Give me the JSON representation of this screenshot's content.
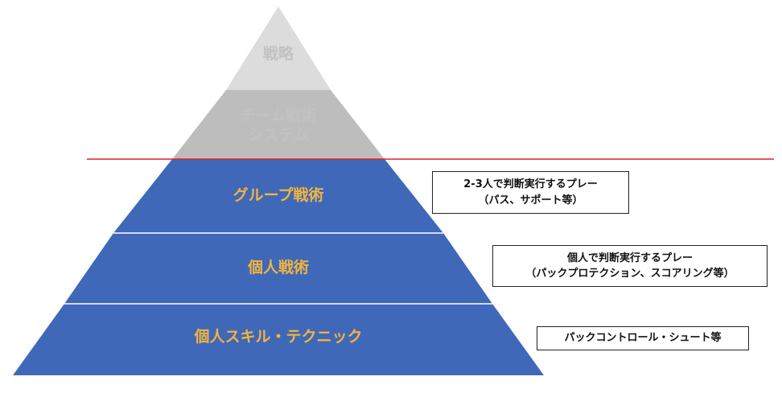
{
  "colors": {
    "top_fill": "#dcdcdc",
    "gray_fill": "#bdbdbd",
    "blue_fill": "#3f68b9",
    "gold_text": "#f2b43c",
    "gray_text": "#c2c2c2",
    "divider": "#e02020"
  },
  "pyramid": {
    "tiers": [
      {
        "label": "戦略"
      },
      {
        "line1": "チーム戦術",
        "line2": "システム"
      },
      {
        "label": "グループ戦術"
      },
      {
        "label": "個人戦術"
      },
      {
        "label": "個人スキル・テクニック"
      }
    ]
  },
  "notes": [
    {
      "line1": "2-3人で判断実行するプレー",
      "line2": "（パス、サポート等）"
    },
    {
      "line1": "個人で判断実行するプレー",
      "line2": "（パックプロテクション、スコアリング等）"
    },
    {
      "line1": "パックコントロール・シュート等"
    }
  ]
}
